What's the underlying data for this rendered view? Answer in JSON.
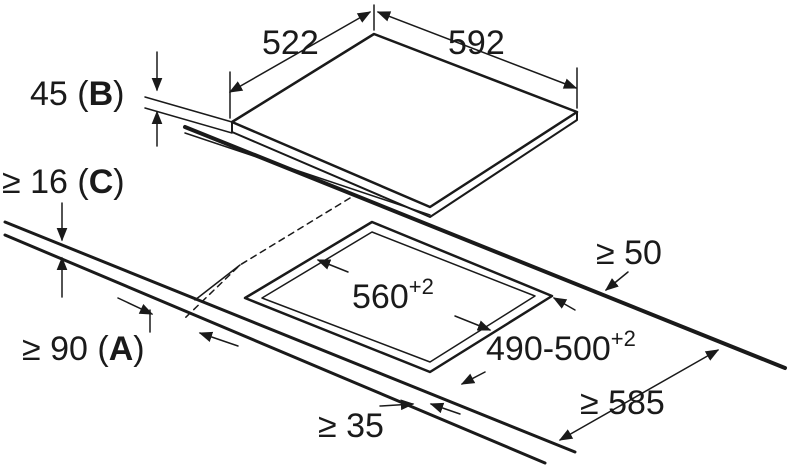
{
  "dimensions": {
    "hob_depth": "522",
    "hob_width": "592",
    "hob_height": {
      "value": "45 (",
      "letter": "B",
      "close": ")"
    },
    "min_height_c": {
      "value": "≥ 16 (",
      "letter": "C",
      "close": ")"
    },
    "cutout_width": {
      "value": "560",
      "sup": "+2"
    },
    "cutout_depth": {
      "value": "490-500",
      "sup": "+2"
    },
    "min_front_distance": {
      "value": "≥ 90 (",
      "letter": "A",
      "close": ")"
    },
    "min_right_clearance": "≥ 50",
    "min_bottom_clearance": "≥ 35",
    "min_worktop_depth": "≥ 585"
  },
  "colors": {
    "line": "#1a1a1a",
    "background": "#ffffff"
  }
}
